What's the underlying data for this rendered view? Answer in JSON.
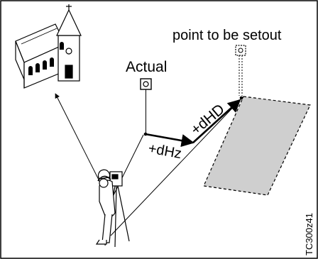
{
  "labels": {
    "target": "point to be setout",
    "actual": "Actual",
    "dHD": "+dHD",
    "dHz": "+dHz",
    "code": "TC300z41"
  }
}
